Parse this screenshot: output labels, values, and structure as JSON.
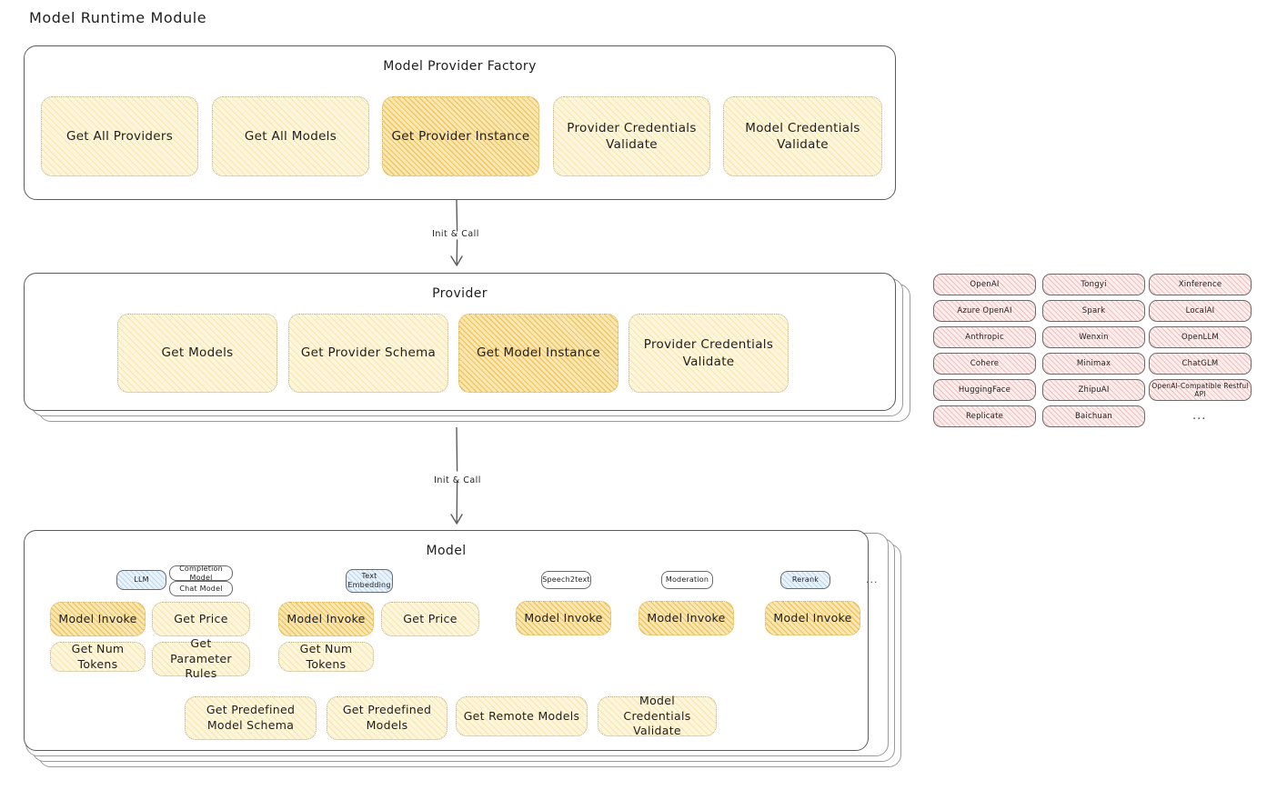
{
  "page": {
    "title": "Model Runtime Module"
  },
  "factory": {
    "title": "Model Provider Factory",
    "cards": [
      {
        "label": "Get All Providers",
        "highlight": false
      },
      {
        "label": "Get All Models",
        "highlight": false
      },
      {
        "label": "Get Provider Instance",
        "highlight": true
      },
      {
        "label": "Provider Credentials Validate",
        "highlight": false
      },
      {
        "label": "Model Credentials Validate",
        "highlight": false
      }
    ]
  },
  "arrow1": {
    "label": "Init & Call"
  },
  "provider": {
    "title": "Provider",
    "cards": [
      {
        "label": "Get Models",
        "highlight": false
      },
      {
        "label": "Get Provider Schema",
        "highlight": false
      },
      {
        "label": "Get Model Instance",
        "highlight": true
      },
      {
        "label": "Provider Credentials Validate",
        "highlight": false
      }
    ]
  },
  "arrow2": {
    "label": "Init & Call"
  },
  "provider_list": {
    "column1": [
      "OpenAI",
      "Azure OpenAI",
      "Anthropic",
      "Cohere",
      "HuggingFace",
      "Replicate"
    ],
    "column2": [
      "Tongyi",
      "Spark",
      "Wenxin",
      "Minimax",
      "ZhipuAI",
      "Baichuan"
    ],
    "column3": [
      "Xinference",
      "LocalAI",
      "OpenLLM",
      "ChatGLM",
      "OpenAI-Compatible Restful API"
    ],
    "more": "..."
  },
  "model": {
    "title": "Model",
    "more": "...",
    "types": [
      {
        "name": "LLM",
        "style": "blue",
        "sub": [
          "Completion Model",
          "Chat Model"
        ]
      },
      {
        "name": "Text Embedding",
        "style": "blue",
        "sub": []
      },
      {
        "name": "Speech2text",
        "style": "plain",
        "sub": []
      },
      {
        "name": "Moderation",
        "style": "plain",
        "sub": []
      },
      {
        "name": "Rerank",
        "style": "blue",
        "sub": []
      }
    ],
    "llm_ops": [
      {
        "label": "Model Invoke",
        "highlight": true
      },
      {
        "label": "Get Price",
        "highlight": false
      },
      {
        "label": "Get Num Tokens",
        "highlight": false
      },
      {
        "label": "Get Parameter Rules",
        "highlight": false
      }
    ],
    "embedding_ops": [
      {
        "label": "Model Invoke",
        "highlight": true
      },
      {
        "label": "Get Price",
        "highlight": false
      },
      {
        "label": "Get Num Tokens",
        "highlight": false
      }
    ],
    "speech_ops": [
      {
        "label": "Model Invoke",
        "highlight": true
      }
    ],
    "moderation_ops": [
      {
        "label": "Model Invoke",
        "highlight": true
      }
    ],
    "rerank_ops": [
      {
        "label": "Model Invoke",
        "highlight": true
      }
    ],
    "common_ops": [
      {
        "label": "Get Predefined Model Schema",
        "highlight": false
      },
      {
        "label": "Get Predefined Models",
        "highlight": false
      },
      {
        "label": "Get Remote Models",
        "highlight": false
      },
      {
        "label": "Model Credentials Validate",
        "highlight": false
      }
    ]
  },
  "colors": {
    "card_fill": "#fdf6dd",
    "card_highlight_fill": "#fae7b4",
    "chip_fill": "#fdeeee",
    "badge_blue_fill": "#eaf3fb",
    "stroke": "#5c5c5c",
    "text": "#1e1e1e"
  }
}
